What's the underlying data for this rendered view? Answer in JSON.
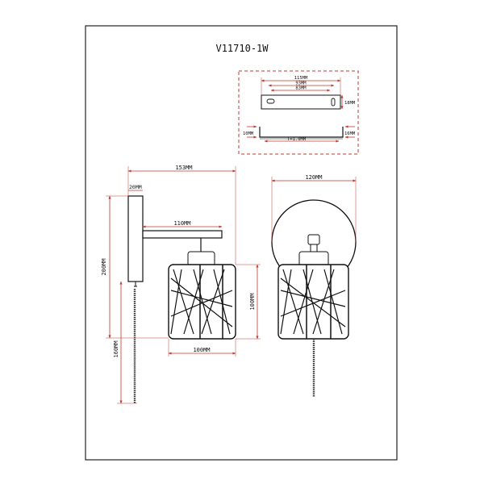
{
  "title": "V11710-1W",
  "bracket": {
    "dim_overall": "115MM",
    "dim_mid": "93MM",
    "dim_inner": "83MM",
    "dim_height": "18MM",
    "dim_left": "10MM",
    "dim_right": "16MM",
    "dim_thickness": "T=1.0MM"
  },
  "side_view": {
    "dim_depth": "153MM",
    "dim_plate": "20MM",
    "dim_arm": "110MM",
    "dim_height": "200MM",
    "dim_shade_height": "100MM",
    "dim_shade_width": "100MM",
    "dim_cord": "160MM"
  },
  "front_view": {
    "dim_backplate": "120MM"
  },
  "colors": {
    "line": "#1a1a1a",
    "dimension": "#c0392b",
    "frame": "#222222"
  }
}
